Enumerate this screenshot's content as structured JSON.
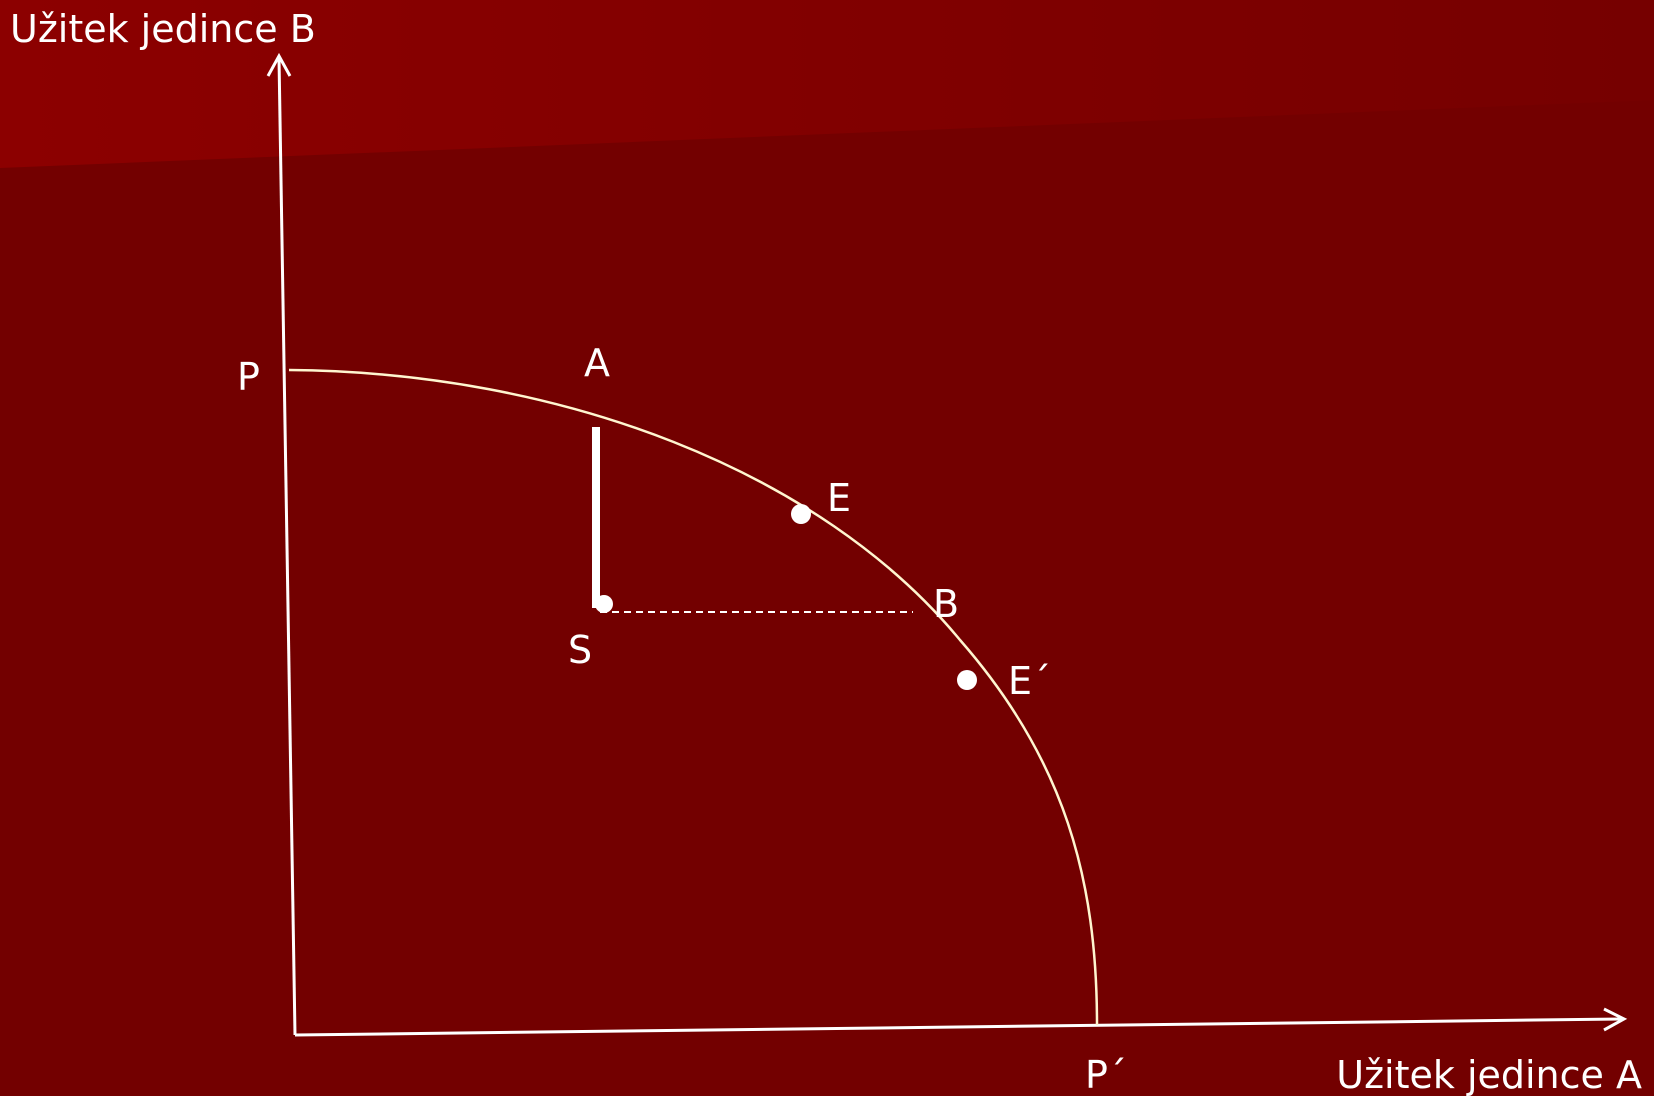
{
  "diagram": {
    "y_axis_label": "Užitek jedince B",
    "x_axis_label": "Užitek jedince A",
    "points": {
      "p": "P",
      "p_prime": "P´",
      "a": "A",
      "e": "E",
      "b": "B",
      "e_prime": "E´",
      "s": "S"
    }
  },
  "colors": {
    "background": "#730000",
    "header_band": "#8a0000",
    "line": "#ffffff",
    "curve": "#fff6d0"
  }
}
